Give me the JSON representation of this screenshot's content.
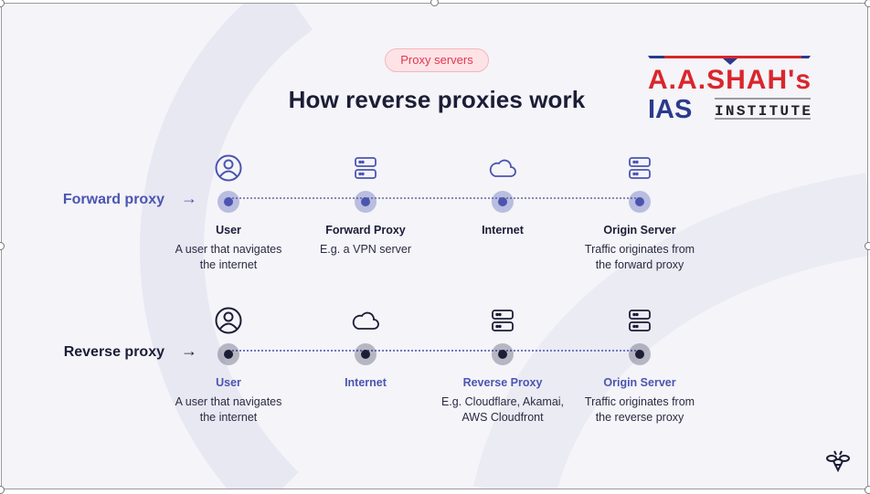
{
  "header": {
    "tag": "Proxy servers",
    "title": "How reverse proxies work"
  },
  "logo": {
    "line1": "A.A.SHAH's",
    "line2a": "IAS",
    "line2b": "INSTITUTE"
  },
  "colors": {
    "indigo": "#4b55b0",
    "dark": "#1c1d36",
    "tag": "#e5354f"
  },
  "rows": [
    {
      "label": "Forward proxy",
      "nodes": [
        {
          "icon": "user-icon",
          "title": "User",
          "desc": [
            "A user that navigates",
            "the internet"
          ]
        },
        {
          "icon": "server-icon",
          "title": "Forward Proxy",
          "desc": [
            "E.g. a VPN server"
          ]
        },
        {
          "icon": "cloud-icon",
          "title": "Internet",
          "desc": []
        },
        {
          "icon": "server-icon",
          "title": "Origin Server",
          "desc": [
            "Traffic originates from",
            "the forward proxy"
          ]
        }
      ]
    },
    {
      "label": "Reverse proxy",
      "nodes": [
        {
          "icon": "user-icon",
          "title": "User",
          "desc": [
            "A user that navigates",
            "the internet"
          ]
        },
        {
          "icon": "cloud-icon",
          "title": "Internet",
          "desc": []
        },
        {
          "icon": "server-icon",
          "title": "Reverse Proxy",
          "desc": [
            "E.g. Cloudflare, Akamai,",
            "AWS Cloudfront"
          ]
        },
        {
          "icon": "server-icon",
          "title": "Origin Server",
          "desc": [
            "Traffic originates from",
            "the reverse proxy"
          ]
        }
      ]
    }
  ]
}
